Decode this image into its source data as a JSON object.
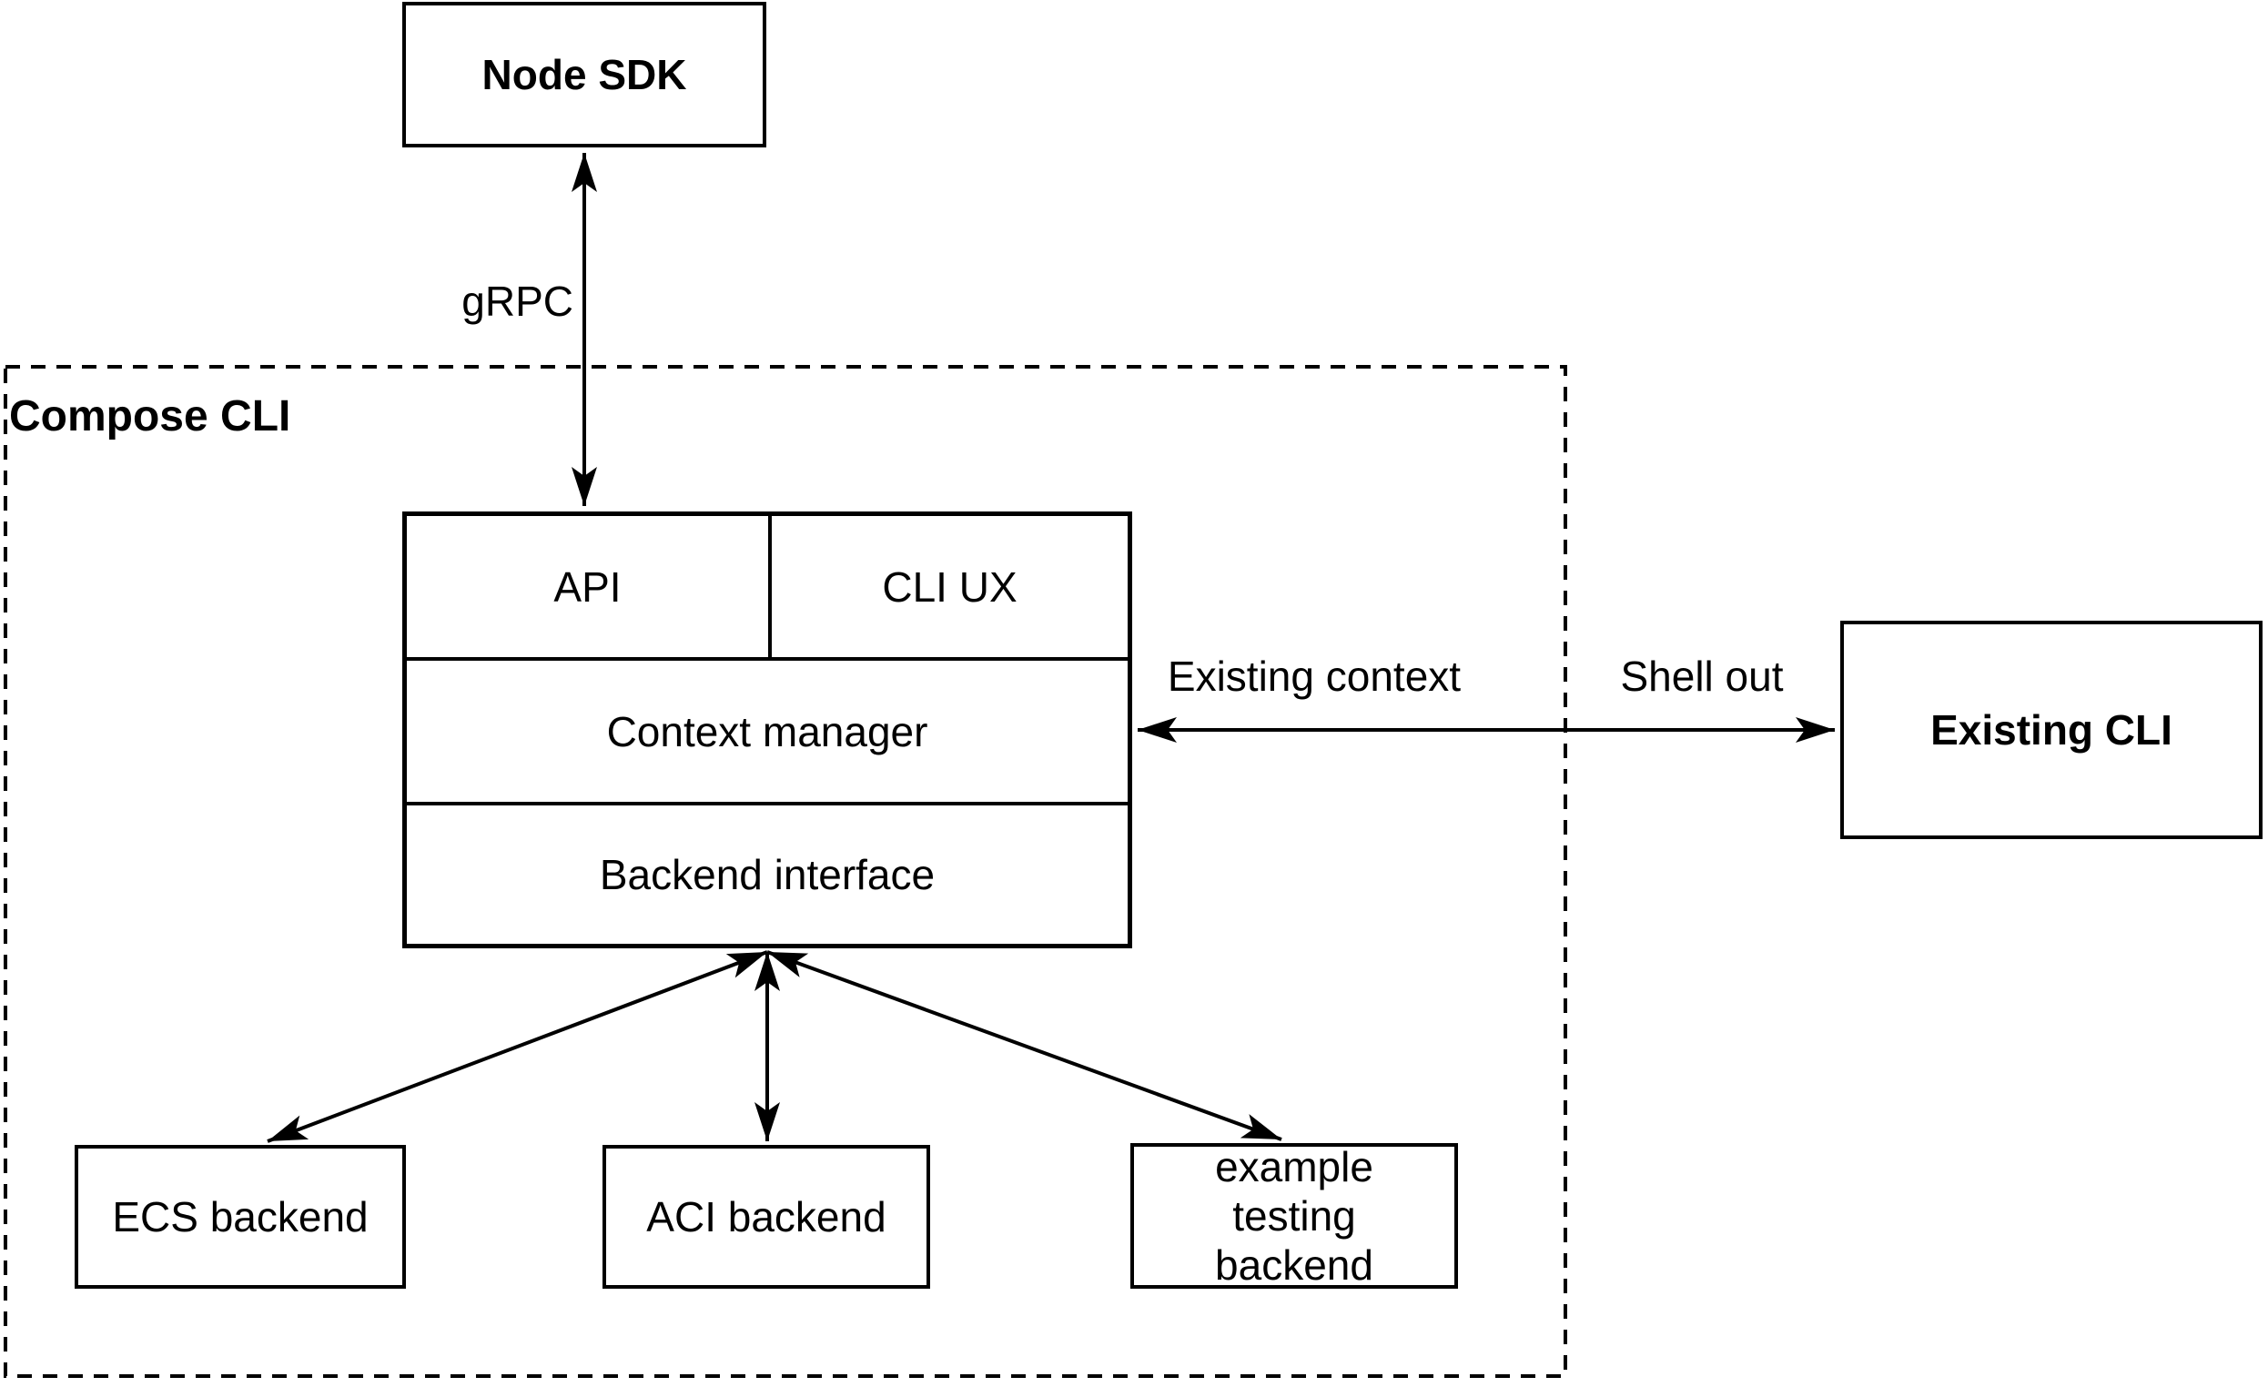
{
  "diagram": {
    "colors": {
      "stroke": "#000000",
      "background": "#ffffff"
    },
    "containers": {
      "compose_cli": {
        "label": "Compose CLI"
      }
    },
    "nodes": {
      "node_sdk": {
        "label": "Node SDK"
      },
      "api": {
        "label": "API"
      },
      "cli_ux": {
        "label": "CLI UX"
      },
      "context_manager": {
        "label": "Context manager"
      },
      "backend_interface": {
        "label": "Backend interface"
      },
      "existing_cli": {
        "label": "Existing CLI"
      },
      "ecs_backend": {
        "label": "ECS backend"
      },
      "aci_backend": {
        "label": "ACI backend"
      },
      "example_testing_backend": {
        "label": "example testing backend"
      }
    },
    "edge_labels": {
      "grpc": {
        "label": "gRPC"
      },
      "existing_context": {
        "label": "Existing context"
      },
      "shell_out": {
        "label": "Shell out"
      }
    }
  }
}
